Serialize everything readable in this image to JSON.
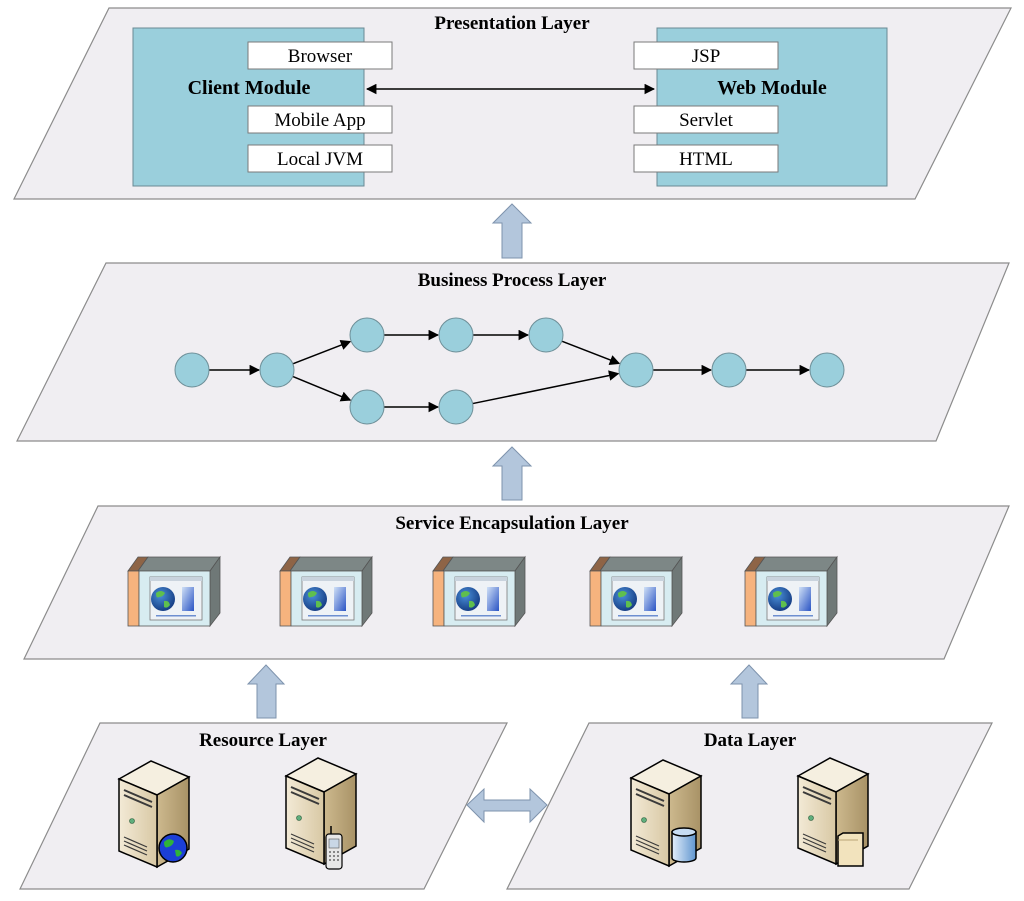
{
  "diagram": {
    "layers": {
      "presentation": {
        "title": "Presentation Layer",
        "client_module": {
          "title": "Client Module",
          "items": [
            "Browser",
            "Mobile App",
            "Local JVM"
          ]
        },
        "web_module": {
          "title": "Web Module",
          "items": [
            "JSP",
            "Servlet",
            "HTML"
          ]
        },
        "connection": "bidirectional"
      },
      "business_process": {
        "title": "Business Process Layer",
        "nodes": [
          "n1",
          "n2",
          "n3",
          "n4",
          "n5",
          "n6",
          "n7",
          "n8",
          "n9",
          "n10"
        ],
        "edges": [
          [
            "n1",
            "n2"
          ],
          [
            "n2",
            "n3"
          ],
          [
            "n2",
            "n6"
          ],
          [
            "n3",
            "n4"
          ],
          [
            "n4",
            "n5"
          ],
          [
            "n6",
            "n7"
          ],
          [
            "n5",
            "n8"
          ],
          [
            "n7",
            "n8"
          ],
          [
            "n8",
            "n9"
          ],
          [
            "n9",
            "n10"
          ]
        ]
      },
      "service_encapsulation": {
        "title": "Service Encapsulation Layer",
        "services": [
          "web-service-icon",
          "web-service-icon",
          "web-service-icon",
          "web-service-icon",
          "web-service-icon"
        ]
      },
      "resource": {
        "title": "Resource Layer",
        "servers": [
          "web-server-icon",
          "mobile-server-icon"
        ]
      },
      "data": {
        "title": "Data Layer",
        "servers": [
          "database-server-icon",
          "file-server-icon"
        ]
      }
    },
    "flows": [
      {
        "from": "Business Process Layer",
        "to": "Presentation Layer"
      },
      {
        "from": "Service Encapsulation Layer",
        "to": "Business Process Layer"
      },
      {
        "from": "Resource Layer",
        "to": "Service Encapsulation Layer"
      },
      {
        "from": "Data Layer",
        "to": "Service Encapsulation Layer"
      },
      {
        "from": "Resource Layer",
        "to": "Data Layer",
        "bidirectional": true
      }
    ],
    "colors": {
      "layer_fill": "#f0eef2",
      "module_fill": "#9acfdc",
      "arrow_fill": "#b3c6dc",
      "node_fill": "#9acfdc"
    }
  }
}
